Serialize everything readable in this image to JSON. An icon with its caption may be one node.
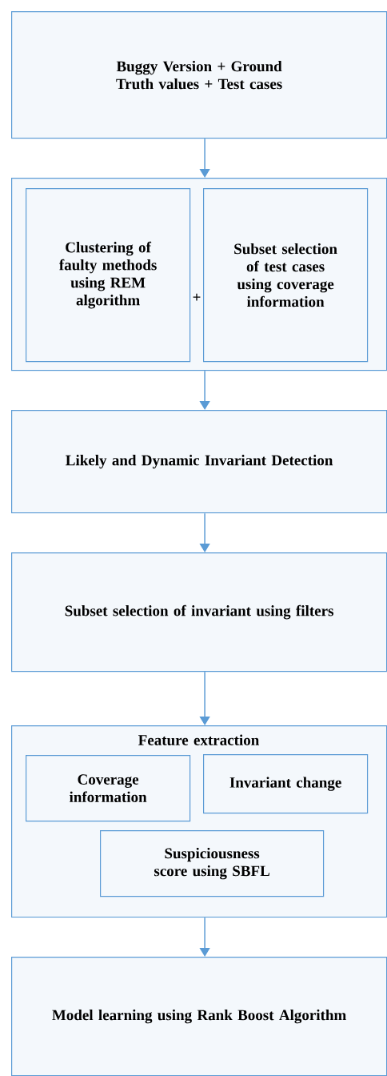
{
  "diagram": {
    "nodes": [
      {
        "text": [
          "Buggy Version + Ground Truth values + Test cases"
        ]
      },
      {
        "text": [],
        "shape": "box"
      },
      {
        "text": [
          "Clustering of faulty methods using REM algorithm"
        ],
        "in": 1
      },
      {
        "text": [
          "Subset selection of test cases using coverage information"
        ],
        "in": 1
      },
      {
        "text": [
          "Likely and Dynamic Invariant Detection"
        ]
      },
      {
        "text": [
          "Subset selection of invariant using filters"
        ]
      },
      {
        "text": [
          "Feature extraction"
        ]
      },
      {
        "text": [
          "Coverage information"
        ],
        "in": 6
      },
      {
        "text": [
          "Invariant change"
        ],
        "in": 6
      },
      {
        "text": [
          "Suspiciousness score using SBFL"
        ],
        "in": 6
      },
      {
        "text": [
          "Model learning using Rank Boost Algorithm"
        ]
      }
    ],
    "edges": [
      {
        "from": 0,
        "to": 1,
        "arrow": "to"
      },
      {
        "from": 1,
        "to": 4,
        "arrow": "to"
      },
      {
        "from": 4,
        "to": 5,
        "arrow": "to"
      },
      {
        "from": 5,
        "to": 6,
        "arrow": "to"
      },
      {
        "from": 6,
        "to": 10,
        "arrow": "to"
      }
    ],
    "labels": [
      "+"
    ]
  }
}
